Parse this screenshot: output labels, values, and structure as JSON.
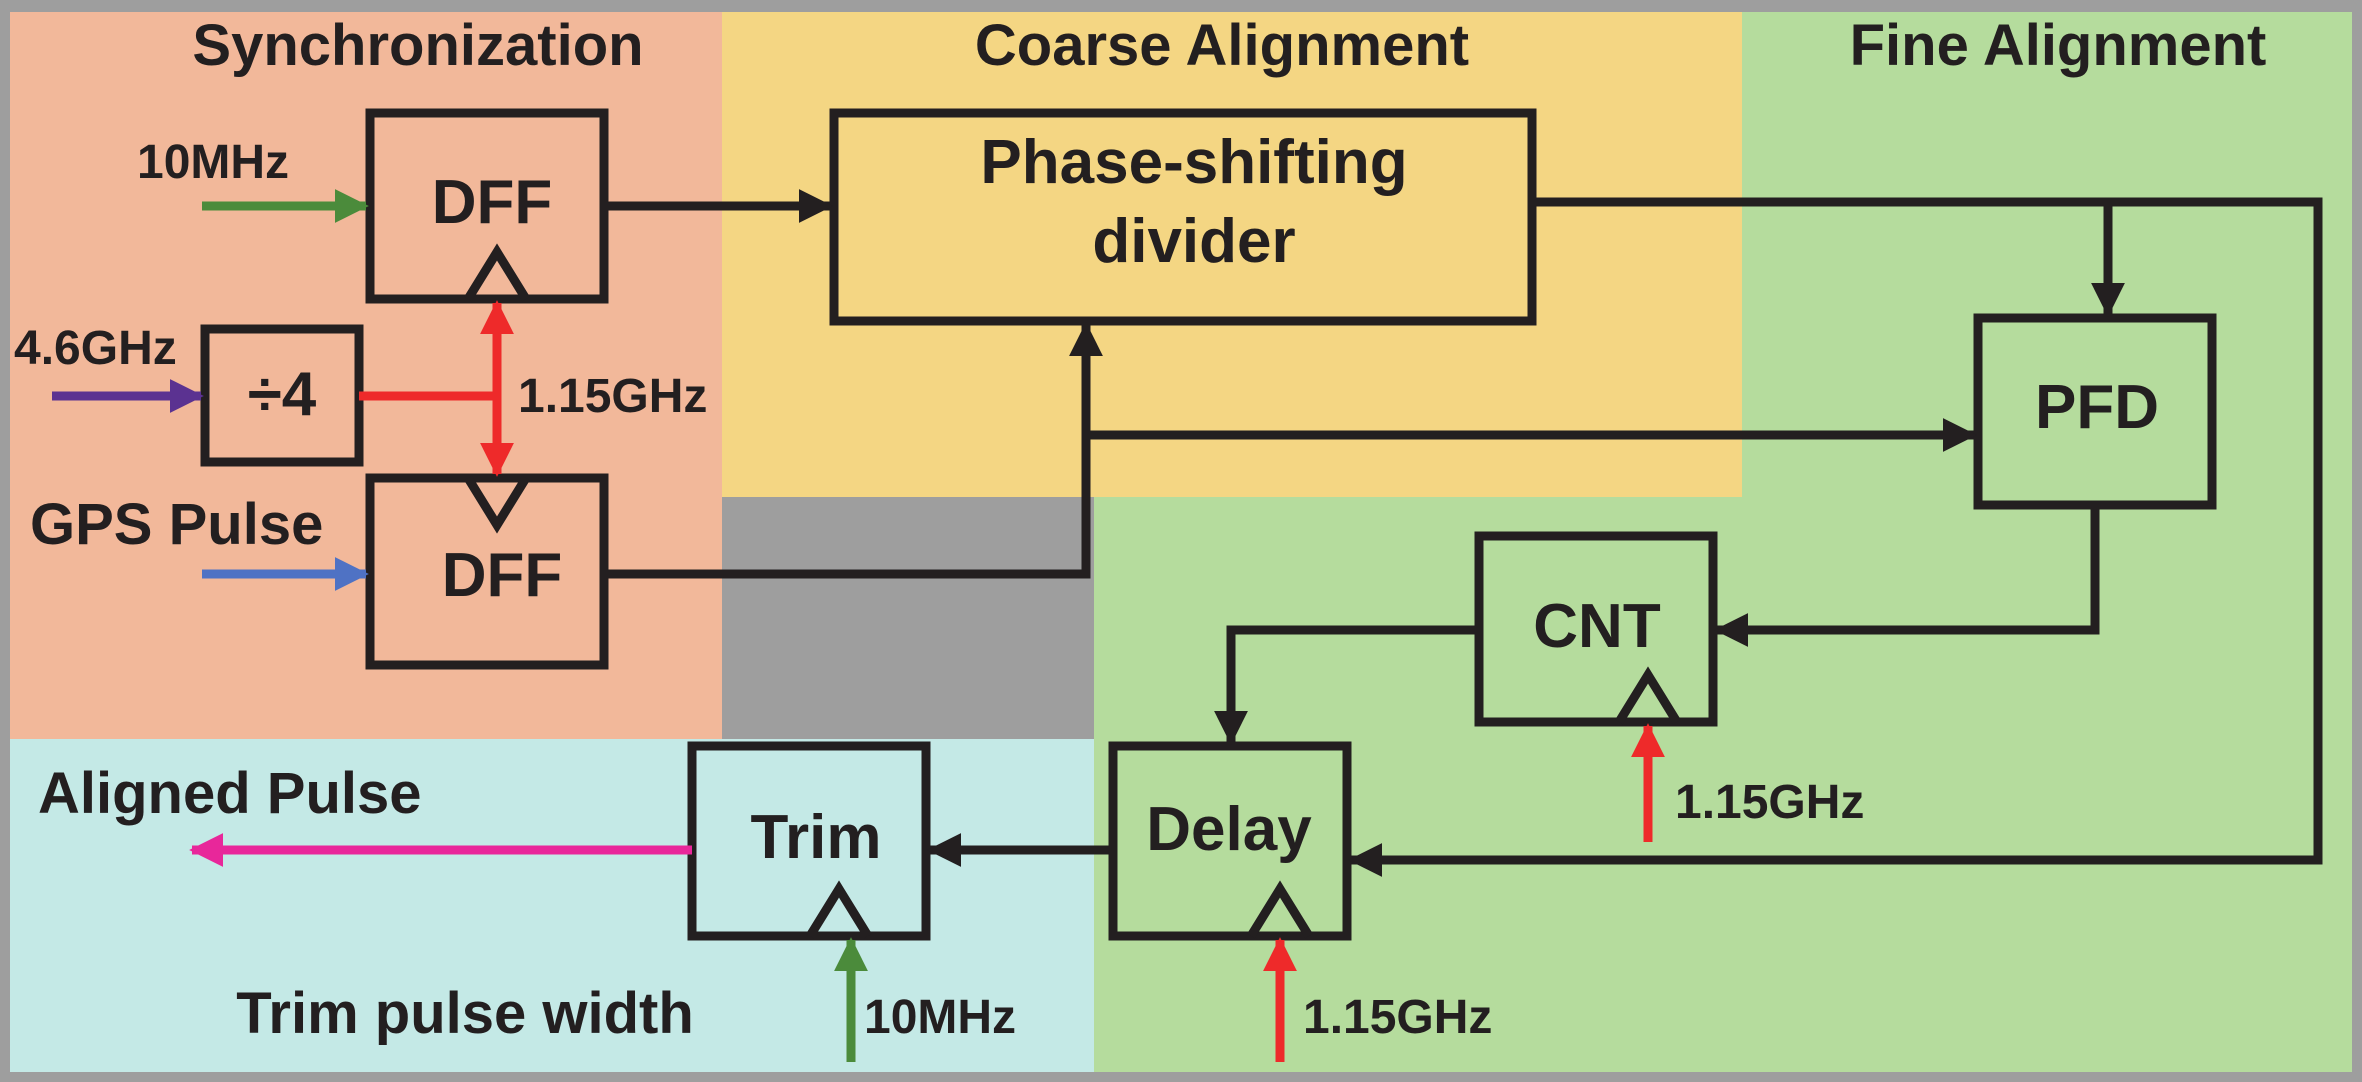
{
  "regions": {
    "synchronization": {
      "title": "Synchronization",
      "color": "#f2b89a"
    },
    "coarse_alignment": {
      "title": "Coarse Alignment",
      "color": "#f4d683"
    },
    "fine_alignment": {
      "title": "Fine Alignment",
      "color": "#b5dc9d"
    },
    "trim": {
      "title": "Trim pulse width",
      "color": "#c4e9e6"
    }
  },
  "blocks": {
    "dff_top": "DFF",
    "dff_bottom": "DFF",
    "divider4": "÷4",
    "phase_divider_line1": "Phase-shifting",
    "phase_divider_line2": "divider",
    "pfd": "PFD",
    "cnt": "CNT",
    "delay": "Delay",
    "trim": "Trim"
  },
  "signals": {
    "clk_10mhz_in": "10MHz",
    "clk_4_6ghz_in": "4.6GHz",
    "clk_1_15ghz_sync": "1.15GHz",
    "gps_pulse_in": "GPS Pulse",
    "aligned_pulse_out": "Aligned Pulse",
    "clk_1_15ghz_cnt": "1.15GHz",
    "clk_1_15ghz_delay": "1.15GHz",
    "clk_10mhz_trim": "10MHz"
  },
  "colors": {
    "line": "#231f20",
    "clock_red": "#ee2a2a",
    "green": "#4b8b3b",
    "purple": "#5b3291",
    "blue": "#4f72c4",
    "magenta": "#e8279a"
  }
}
